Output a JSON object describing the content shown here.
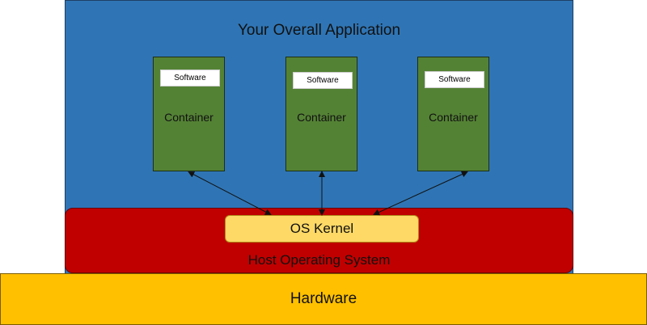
{
  "application": {
    "title": "Your Overall Application"
  },
  "containers": [
    {
      "software_label": "Software",
      "label": "Container"
    },
    {
      "software_label": "Software",
      "label": "Container"
    },
    {
      "software_label": "Software",
      "label": "Container"
    }
  ],
  "kernel": {
    "label": "OS Kernel"
  },
  "host": {
    "label": "Host Operating System"
  },
  "hardware": {
    "label": "Hardware"
  },
  "colors": {
    "application": "#2f75b5",
    "container": "#548235",
    "host": "#c00000",
    "kernel": "#ffd966",
    "hardware": "#ffc000"
  }
}
